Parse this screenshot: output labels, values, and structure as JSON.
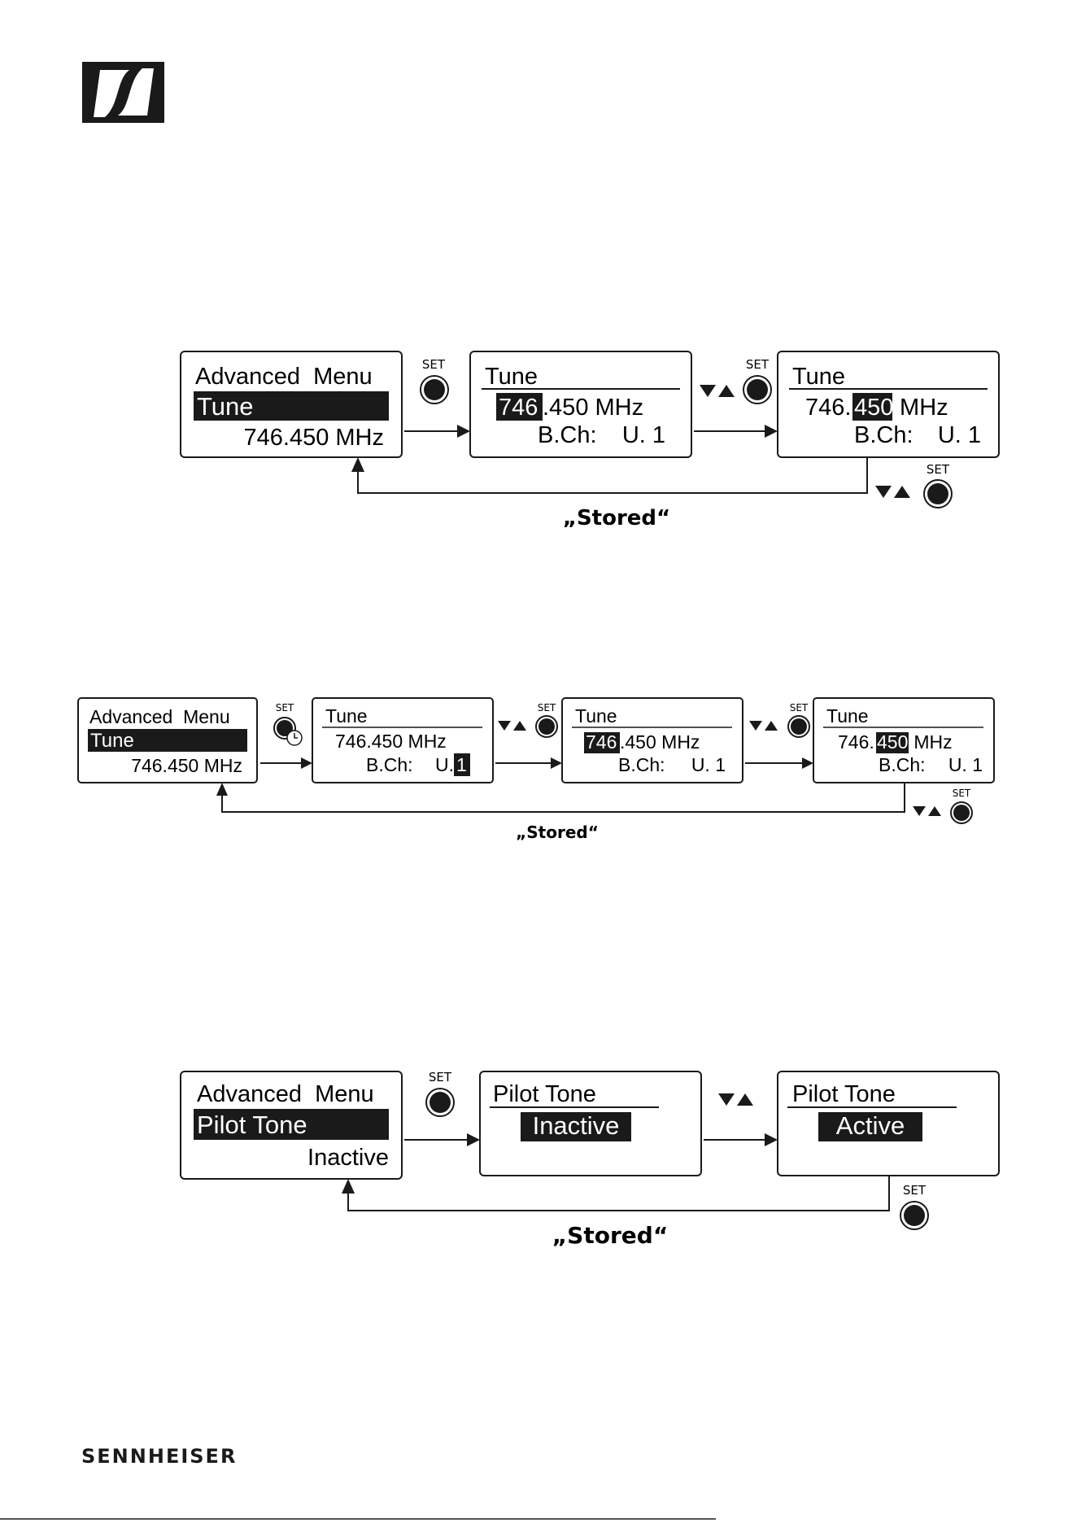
{
  "brand": {
    "wordmark": "SENNHEISER",
    "logo_icon": "sennheiser-s-logo-icon"
  },
  "common": {
    "set_label": "SET",
    "updown_icon": "down-up-triangles-icon",
    "stored": "„Stored“"
  },
  "diagram1": {
    "screen1": {
      "title": "Advanced  Menu",
      "selected": "Tune",
      "value": "746.450 MHz"
    },
    "screen2": {
      "title": "Tune",
      "freq_hi": "746",
      "freq_rest": ".450 MHz",
      "bch_label": "B.Ch:",
      "bch_value": "U. 1"
    },
    "screen3": {
      "title": "Tune",
      "freq_pre": "746.",
      "freq_hi": "450",
      "freq_post": " MHz",
      "bch_label": "B.Ch:",
      "bch_value": "U. 1"
    }
  },
  "diagram2": {
    "screen1": {
      "title": "Advanced  Menu",
      "selected": "Tune",
      "value": "746.450 MHz"
    },
    "screen2": {
      "title": "Tune",
      "freq": "746.450 MHz",
      "bch_label": "B.Ch:",
      "bch_pre": "U.",
      "bch_hi": "1"
    },
    "screen3": {
      "title": "Tune",
      "freq_hi": "746",
      "freq_rest": ".450 MHz",
      "bch_label": "B.Ch:",
      "bch_value": "U. 1"
    },
    "screen4": {
      "title": "Tune",
      "freq_pre": "746.",
      "freq_hi": "450",
      "freq_post": " MHz",
      "bch_label": "B.Ch:",
      "bch_value": "U. 1"
    }
  },
  "diagram3": {
    "screen1": {
      "title": "Advanced  Menu",
      "selected": "Pilot Tone",
      "value": "Inactive"
    },
    "screen2": {
      "title": "Pilot Tone",
      "value": "Inactive"
    },
    "screen3": {
      "title": "Pilot Tone",
      "value": "Active"
    }
  }
}
